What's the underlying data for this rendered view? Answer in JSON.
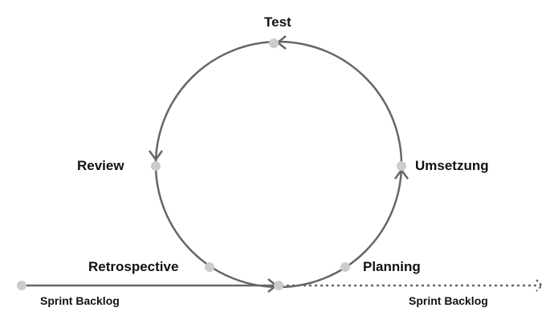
{
  "stages": {
    "test": "Test",
    "review": "Review",
    "umsetzung": "Umsetzung",
    "retrospective": "Retrospective",
    "planning": "Planning"
  },
  "backlog": {
    "input": "Sprint Backlog",
    "output": "Sprint Backlog"
  },
  "colors": {
    "line": "#666666",
    "dot": "#cccccc",
    "text": "#111111"
  }
}
